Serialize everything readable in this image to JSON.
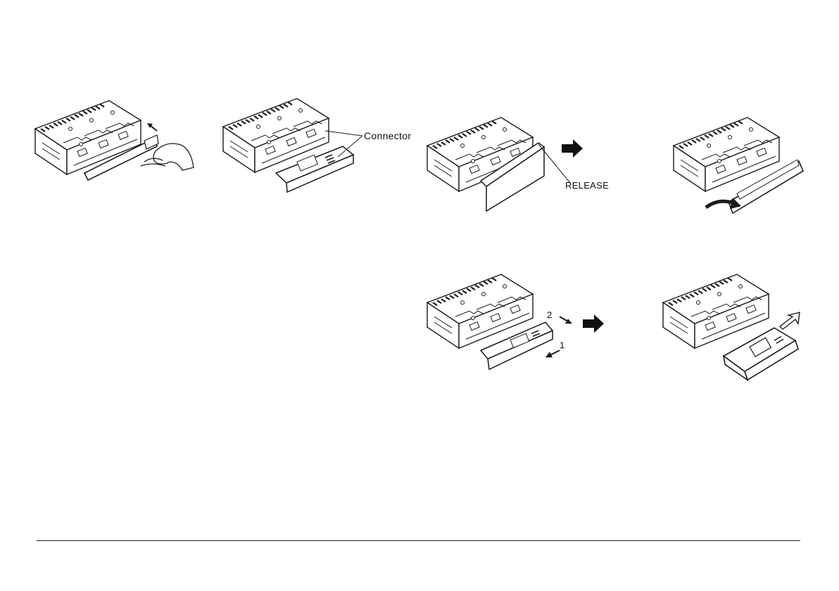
{
  "labels": {
    "connector": "Connector",
    "release": "RELEASE",
    "step_1": "1",
    "step_2": "2"
  },
  "icons": {
    "push_arrow": "arrow-icon",
    "bold_arrow": "bold-right-arrow-icon",
    "curved_arrow": "curved-arrow-icon",
    "outline_arrow": "outline-arrow-icon",
    "hand": "hand-icon"
  },
  "colors": {
    "line": "#1a1a1a",
    "fill": "#ffffff"
  }
}
